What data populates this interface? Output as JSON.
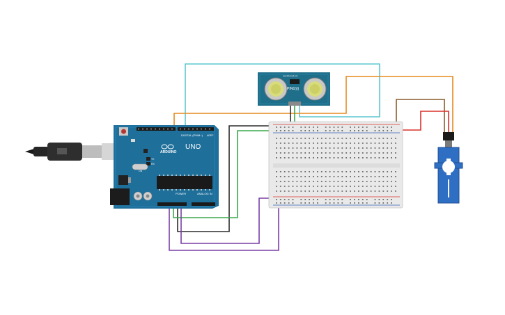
{
  "arduino": {
    "logo_text": "ARDUINO",
    "model_text": "UNO",
    "digital_label": "DIGITAL (PWM~)",
    "power_label": "POWER",
    "analog_label": "ANALOG IN",
    "tx_label": "TX",
    "rx_label": "RX",
    "aref_label": "AREF",
    "on_label": "ON"
  },
  "sensor": {
    "model_text": "PING)))",
    "brand_text": "www.tinkercad.com"
  },
  "wire_colors": {
    "cyan": "#5bc7cf",
    "orange": "#e58a1f",
    "black": "#2b2b2b",
    "green": "#3aa84a",
    "purple": "#7a3ea6",
    "brown": "#8b5a2b",
    "red": "#d9302a"
  },
  "component_colors": {
    "arduino_board": "#1f6f9b",
    "sensor_board": "#1f6f8b",
    "servo_body": "#2f6fc3",
    "breadboard": "#e9e9e9"
  }
}
